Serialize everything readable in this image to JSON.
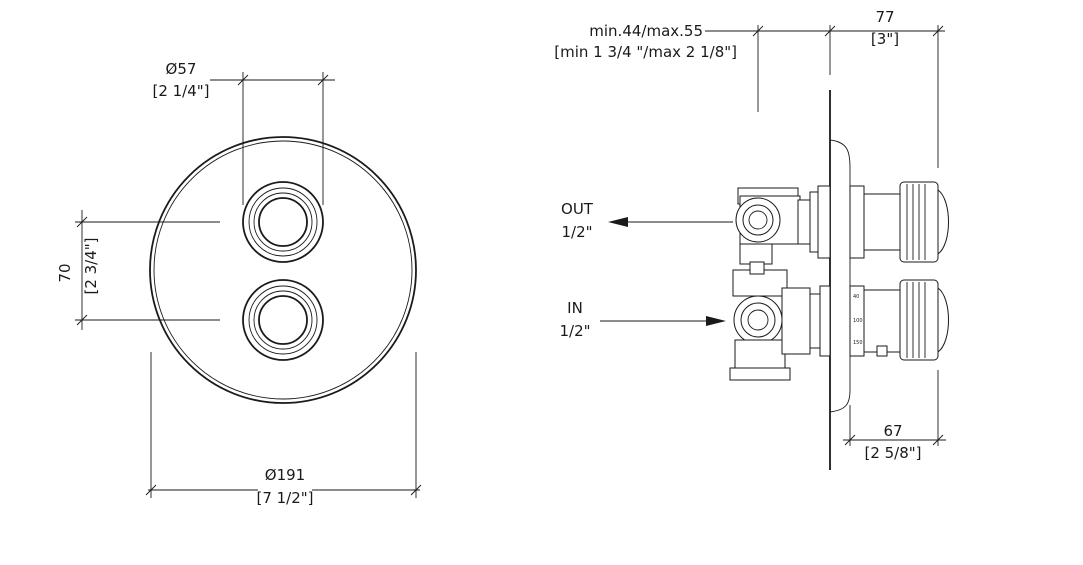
{
  "front_view": {
    "knob_diameter": "Ø57",
    "knob_diameter_imperial": "[2 1/4\"]",
    "knob_spacing": "70",
    "knob_spacing_imperial": "[2 3/4\"]",
    "plate_diameter": "Ø191",
    "plate_diameter_imperial": "[7 1/2\"]"
  },
  "side_view": {
    "depth_range": "min.44/max.55",
    "depth_range_imperial": "[min 1 3/4 \"/max 2 1/8\"]",
    "top_projection": "77",
    "top_projection_imperial": "[3\"]",
    "bottom_projection": "67",
    "bottom_projection_imperial": "[2 5/8\"]",
    "outlet_label": "OUT",
    "outlet_size": "1/2\"",
    "inlet_label": "IN",
    "inlet_size": "1/2\"",
    "scale_marks": [
      "40",
      "100",
      "150"
    ]
  }
}
